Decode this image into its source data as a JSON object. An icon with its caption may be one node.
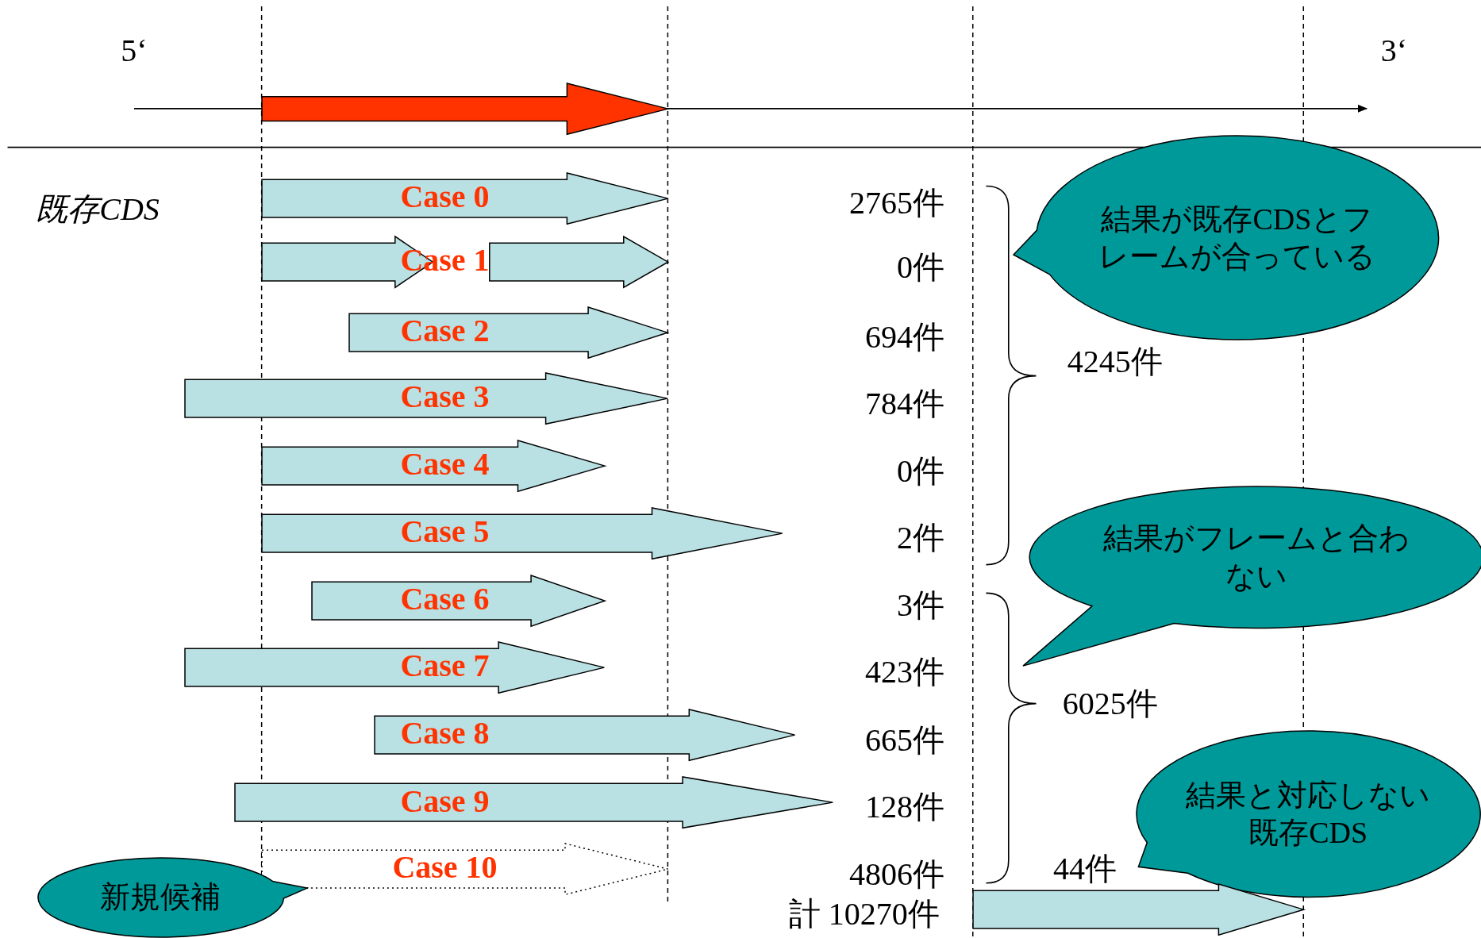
{
  "diagram": {
    "nodes": [
      {
        "text": [],
        "shape": "arrow"
      },
      {
        "text": [
          "Case 0"
        ]
      },
      {
        "text": [
          "Case 1"
        ]
      },
      {
        "text": [
          "Case 2"
        ]
      },
      {
        "text": [
          "Case 3"
        ]
      },
      {
        "text": [
          "Case 4"
        ]
      },
      {
        "text": [
          "Case 5"
        ]
      },
      {
        "text": [
          "Case 6"
        ]
      },
      {
        "text": [
          "Case 7"
        ]
      },
      {
        "text": [
          "Case 8"
        ]
      },
      {
        "text": [
          "Case 9"
        ]
      },
      {
        "text": [
          "Case 10"
        ]
      },
      {
        "text": [
          "結果が既存CDSとフレームが合っている"
        ]
      },
      {
        "text": [
          "結果がフレームと合わない"
        ]
      },
      {
        "text": [
          "結果と対応しない既存CDS"
        ]
      },
      {
        "text": [],
        "shape": "arrow"
      },
      {
        "text": [
          "新規候補"
        ]
      }
    ],
    "labels": [
      "5‘",
      "3‘",
      "既存CDS",
      "2765件",
      "0件",
      "694件",
      "4245件",
      "784件",
      "0件",
      "2件",
      "3件",
      "423件",
      "6025件",
      "665件",
      "128件",
      "44件",
      "4806件",
      "計 10270件"
    ]
  }
}
